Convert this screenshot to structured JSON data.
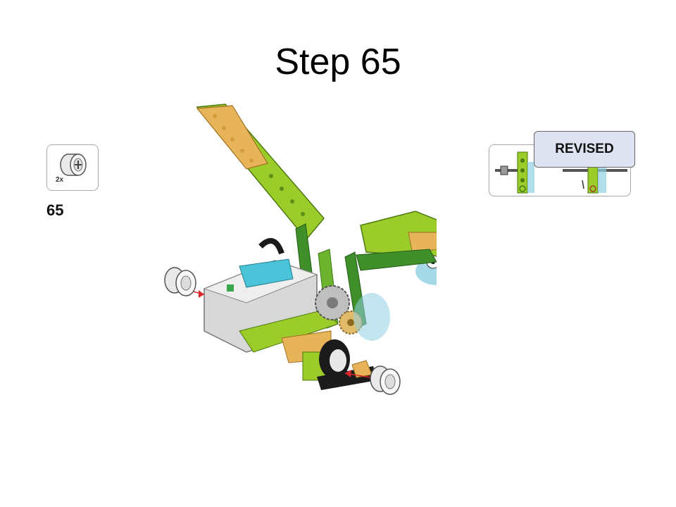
{
  "title": "Step 65",
  "parts_callout": {
    "quantity": "2x",
    "icon": "wheel-hub-icon"
  },
  "step_number": "65",
  "revision_badge": "REVISED",
  "colors": {
    "lime": "#9ccc2a",
    "dark_green": "#3f8f2a",
    "tan": "#e7b45a",
    "gray": "#c9c9c9",
    "azure": "#4bc3d8",
    "black": "#1b1b1b",
    "arrow": "#d8282c"
  }
}
